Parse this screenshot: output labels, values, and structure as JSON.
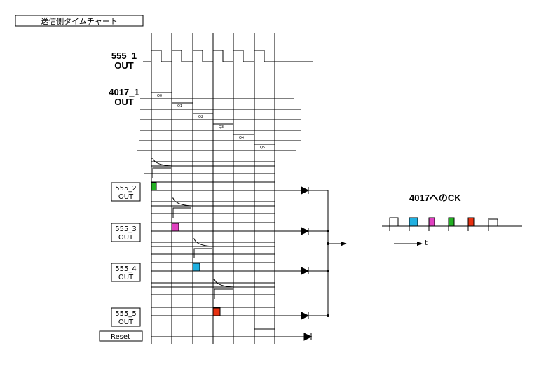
{
  "title": "送信側タイムチャート",
  "labels": {
    "l555_1": [
      "555_1",
      "OUT"
    ],
    "l4017_1": [
      "4017_1",
      "OUT"
    ],
    "reset": "Reset"
  },
  "q_labels": [
    "Q0",
    "Q1",
    "Q2",
    "Q3",
    "Q4",
    "Q5"
  ],
  "outputs": [
    {
      "name": [
        "555_2",
        "OUT"
      ],
      "color": "#22b022"
    },
    {
      "name": [
        "555_3",
        "OUT"
      ],
      "color": "#e040c0"
    },
    {
      "name": [
        "555_4",
        "OUT"
      ],
      "color": "#20b0e0"
    },
    {
      "name": [
        "555_5",
        "OUT"
      ],
      "color": "#e83010"
    }
  ],
  "ck": {
    "title": "4017へのCK",
    "axis": "t",
    "pulse_colors": [
      "#20b0e0",
      "#e040c0",
      "#22b022",
      "#e83010"
    ]
  }
}
